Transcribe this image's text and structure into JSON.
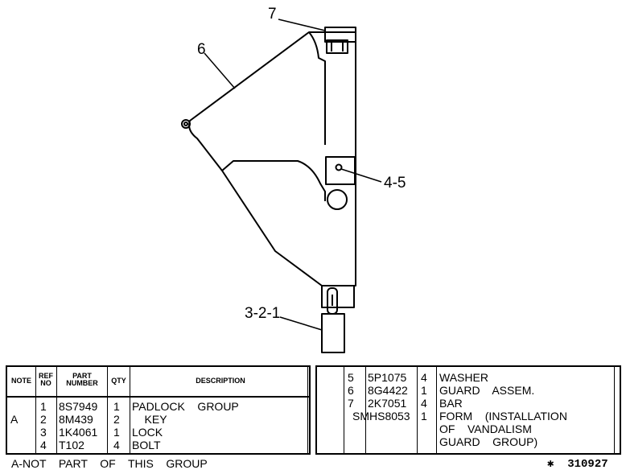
{
  "callouts": {
    "c7": "7",
    "c6": "6",
    "c45": "4-5",
    "c321": "3-2-1"
  },
  "table_left": {
    "headers": {
      "note": "NOTE",
      "ref_no": "REF NO",
      "part_number": "PART NUMBER",
      "qty": "QTY",
      "description": "DESCRIPTION"
    },
    "rows": [
      {
        "note": "",
        "ref": "1",
        "part": "8S7949",
        "qty": "1",
        "desc": "PADLOCK    GROUP"
      },
      {
        "note": "A",
        "ref": "2",
        "part": "8M439",
        "qty": "2",
        "desc": "    KEY"
      },
      {
        "note": "",
        "ref": "3",
        "part": "1K4061",
        "qty": "1",
        "desc": "LOCK"
      },
      {
        "note": "",
        "ref": "4",
        "part": "T102",
        "qty": "4",
        "desc": "BOLT"
      }
    ]
  },
  "table_right": {
    "rows": [
      {
        "ref": "5",
        "part": "5P1075",
        "qty": "4",
        "desc": "WASHER"
      },
      {
        "ref": "6",
        "part": "8G4422",
        "qty": "1",
        "desc": "GUARD    ASSEM."
      },
      {
        "ref": "7",
        "part": "2K7051",
        "qty": "4",
        "desc": "BAR"
      },
      {
        "ref": "",
        "part": "SMHS8053",
        "qty": "1",
        "desc": "FORM    (INSTALLATION"
      },
      {
        "ref": "",
        "part": "",
        "qty": "",
        "desc": "OF    VANDALISM"
      },
      {
        "ref": "",
        "part": "",
        "qty": "",
        "desc": "GUARD    GROUP)"
      }
    ]
  },
  "footer": {
    "note": "A-NOT    PART    OF    THIS    GROUP",
    "illustration_number": "✱  310927"
  }
}
